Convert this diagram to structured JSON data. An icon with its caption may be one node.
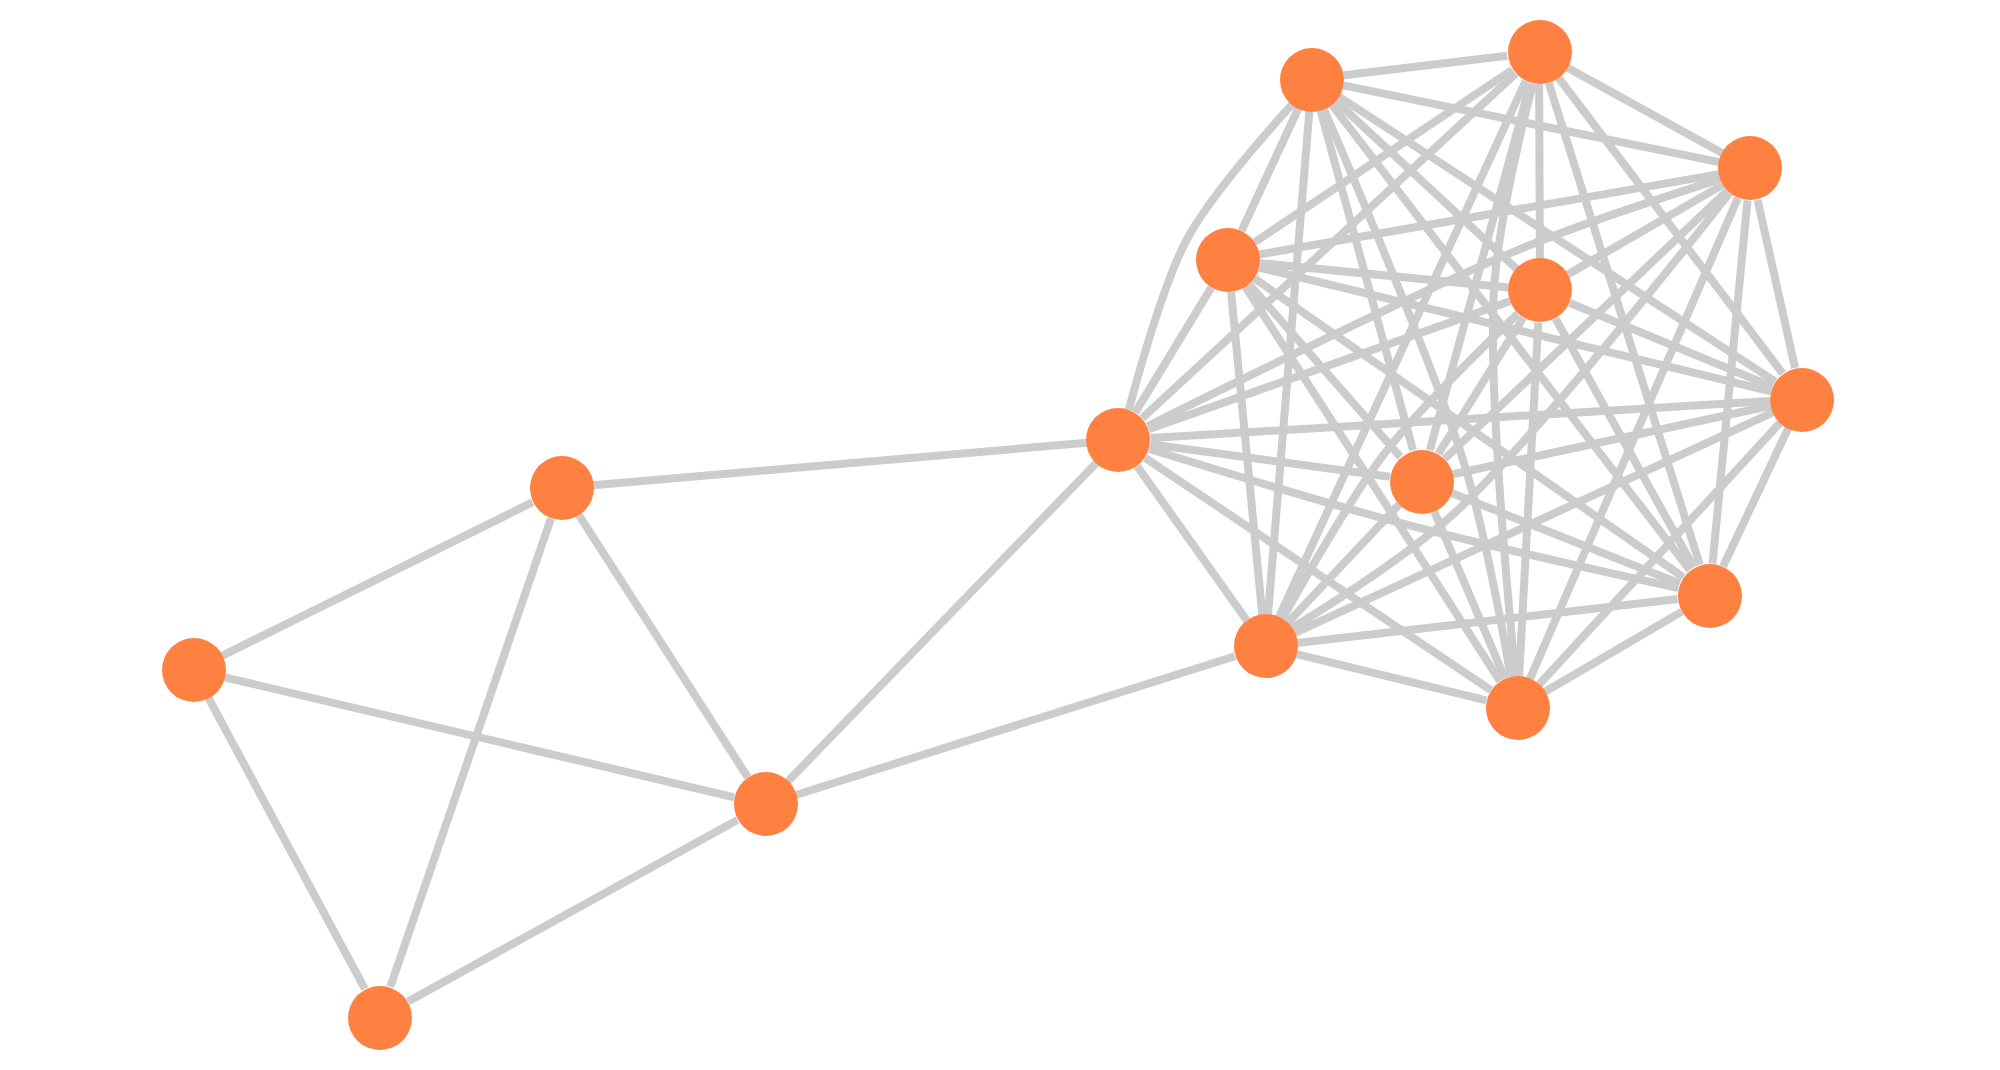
{
  "diagram": {
    "nodes": [
      {
        "text": [],
        "shape": "circle"
      },
      {
        "text": [],
        "shape": "circle"
      },
      {
        "text": [],
        "shape": "circle"
      },
      {
        "text": [],
        "shape": "circle"
      },
      {
        "text": [],
        "shape": "circle"
      },
      {
        "text": [],
        "shape": "circle"
      },
      {
        "text": [],
        "shape": "circle"
      },
      {
        "text": [],
        "shape": "circle"
      },
      {
        "text": [],
        "shape": "circle"
      },
      {
        "text": [],
        "shape": "circle"
      },
      {
        "text": [],
        "shape": "circle"
      },
      {
        "text": [],
        "shape": "circle"
      },
      {
        "text": [],
        "shape": "circle"
      },
      {
        "text": [],
        "shape": "circle"
      },
      {
        "text": [],
        "shape": "circle"
      }
    ],
    "edges": [
      {
        "from": 0,
        "to": 2,
        "arrow": "none"
      },
      {
        "from": 0,
        "to": 3,
        "arrow": "none"
      },
      {
        "from": 0,
        "to": 1,
        "arrow": "none"
      },
      {
        "from": 1,
        "to": 2,
        "arrow": "none"
      },
      {
        "from": 1,
        "to": 3,
        "arrow": "none"
      },
      {
        "from": 2,
        "to": 3,
        "arrow": "none"
      },
      {
        "from": 2,
        "to": 4,
        "arrow": "none"
      },
      {
        "from": 3,
        "to": 4,
        "arrow": "none"
      },
      {
        "from": 3,
        "to": 6,
        "arrow": "none"
      },
      {
        "from": 4,
        "to": 5,
        "arrow": "none"
      },
      {
        "from": 4,
        "to": 6,
        "arrow": "none"
      },
      {
        "from": 4,
        "to": 7,
        "arrow": "none"
      },
      {
        "from": 4,
        "to": 8,
        "arrow": "none"
      },
      {
        "from": 4,
        "to": 9,
        "arrow": "none"
      },
      {
        "from": 4,
        "to": 10,
        "arrow": "none"
      },
      {
        "from": 4,
        "to": 11,
        "arrow": "none"
      },
      {
        "from": 4,
        "to": 12,
        "arrow": "none"
      },
      {
        "from": 4,
        "to": 13,
        "arrow": "none"
      },
      {
        "from": 4,
        "to": 14,
        "arrow": "none"
      },
      {
        "from": 5,
        "to": 6,
        "arrow": "none"
      },
      {
        "from": 5,
        "to": 7,
        "arrow": "none"
      },
      {
        "from": 5,
        "to": 8,
        "arrow": "none"
      },
      {
        "from": 5,
        "to": 9,
        "arrow": "none"
      },
      {
        "from": 5,
        "to": 10,
        "arrow": "none"
      },
      {
        "from": 5,
        "to": 11,
        "arrow": "none"
      },
      {
        "from": 5,
        "to": 12,
        "arrow": "none"
      },
      {
        "from": 5,
        "to": 13,
        "arrow": "none"
      },
      {
        "from": 5,
        "to": 14,
        "arrow": "none"
      },
      {
        "from": 6,
        "to": 7,
        "arrow": "none"
      },
      {
        "from": 6,
        "to": 8,
        "arrow": "none"
      },
      {
        "from": 6,
        "to": 9,
        "arrow": "none"
      },
      {
        "from": 6,
        "to": 10,
        "arrow": "none"
      },
      {
        "from": 6,
        "to": 11,
        "arrow": "none"
      },
      {
        "from": 6,
        "to": 12,
        "arrow": "none"
      },
      {
        "from": 6,
        "to": 13,
        "arrow": "none"
      },
      {
        "from": 6,
        "to": 14,
        "arrow": "none"
      },
      {
        "from": 7,
        "to": 8,
        "arrow": "none"
      },
      {
        "from": 7,
        "to": 9,
        "arrow": "none"
      },
      {
        "from": 7,
        "to": 10,
        "arrow": "none"
      },
      {
        "from": 7,
        "to": 11,
        "arrow": "none"
      },
      {
        "from": 7,
        "to": 12,
        "arrow": "none"
      },
      {
        "from": 7,
        "to": 13,
        "arrow": "none"
      },
      {
        "from": 7,
        "to": 14,
        "arrow": "none"
      },
      {
        "from": 8,
        "to": 9,
        "arrow": "none"
      },
      {
        "from": 8,
        "to": 10,
        "arrow": "none"
      },
      {
        "from": 8,
        "to": 11,
        "arrow": "none"
      },
      {
        "from": 8,
        "to": 12,
        "arrow": "none"
      },
      {
        "from": 8,
        "to": 13,
        "arrow": "none"
      },
      {
        "from": 8,
        "to": 14,
        "arrow": "none"
      },
      {
        "from": 9,
        "to": 10,
        "arrow": "none"
      },
      {
        "from": 9,
        "to": 11,
        "arrow": "none"
      },
      {
        "from": 9,
        "to": 12,
        "arrow": "none"
      },
      {
        "from": 9,
        "to": 13,
        "arrow": "none"
      },
      {
        "from": 9,
        "to": 14,
        "arrow": "none"
      },
      {
        "from": 10,
        "to": 11,
        "arrow": "none"
      },
      {
        "from": 10,
        "to": 12,
        "arrow": "none"
      },
      {
        "from": 10,
        "to": 13,
        "arrow": "none"
      },
      {
        "from": 10,
        "to": 14,
        "arrow": "none"
      },
      {
        "from": 11,
        "to": 12,
        "arrow": "none"
      },
      {
        "from": 11,
        "to": 13,
        "arrow": "none"
      },
      {
        "from": 11,
        "to": 14,
        "arrow": "none"
      },
      {
        "from": 12,
        "to": 13,
        "arrow": "none"
      },
      {
        "from": 12,
        "to": 14,
        "arrow": "none"
      },
      {
        "from": 13,
        "to": 14,
        "arrow": "none"
      }
    ]
  }
}
